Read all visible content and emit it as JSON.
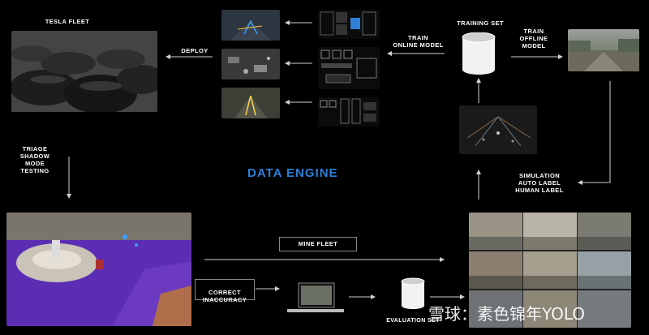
{
  "title": "DATA ENGINE",
  "labels": {
    "tesla_fleet": "TESLA FLEET",
    "deploy": "DEPLOY",
    "train_online": "TRAIN\nONLINE MODEL",
    "training_set": "TRAINING SET",
    "train_offline": "TRAIN\nOFFLINE\nMODEL",
    "triage": "TRIAGE\nSHADOW\nMODE\nTESTING",
    "simulation": "SIMULATION\nAUTO LABEL\nHUMAN LABEL",
    "mine_fleet": "MINE FLEET",
    "correct_inaccuracy": "CORRECT\nINACCURACY",
    "evaluation_set": "EVALUATION SET"
  },
  "watermark": {
    "text": "雪球：素色锦年YOLO"
  },
  "colors": {
    "accent": "#2f7fd6",
    "background": "#000000",
    "arrow": "#d0d0d0"
  }
}
